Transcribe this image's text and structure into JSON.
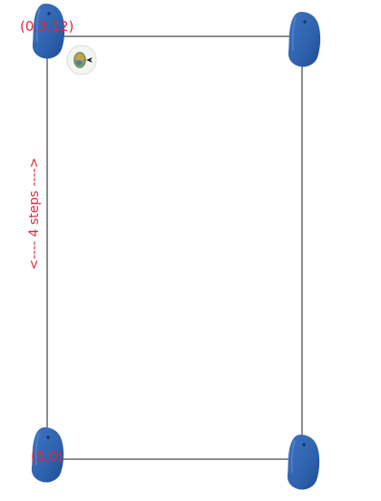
{
  "canvas": {
    "background": "#ffffff",
    "line_color": "#1a1a1a",
    "accent_text_color": "#e2263a",
    "beacon_color": "#2e62ad"
  },
  "labels": {
    "origin": "(0,0)",
    "top_corner": "(0,3.12)",
    "steps": "<---- 4 steps ---->"
  },
  "beacons": [
    {
      "id": "top-left",
      "icon": "beacon-icon"
    },
    {
      "id": "top-right",
      "icon": "beacon-icon"
    },
    {
      "id": "bottom-left",
      "icon": "beacon-icon"
    },
    {
      "id": "bottom-right",
      "icon": "beacon-icon"
    }
  ],
  "agent": {
    "icon": "user-location-icon"
  }
}
